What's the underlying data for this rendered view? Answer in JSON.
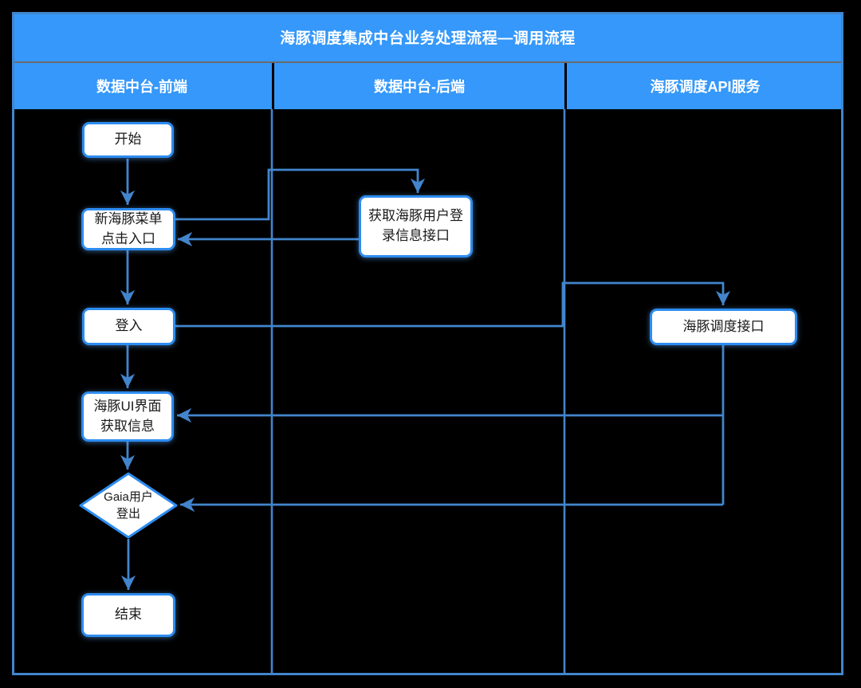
{
  "title": "海豚调度集成中台业务处理流程—调用流程",
  "lanes": [
    {
      "label": "数据中台-前端"
    },
    {
      "label": "数据中台-后端"
    },
    {
      "label": "海豚调度API服务"
    }
  ],
  "nodes": {
    "start": {
      "label": "开始"
    },
    "menu": {
      "line1": "新海豚菜单",
      "line2": "点击入口"
    },
    "backend_api": {
      "line1": "获取海豚用户登",
      "line2": "录信息接口"
    },
    "login": {
      "label": "登入"
    },
    "scheduler_api": {
      "label": "海豚调度接口"
    },
    "ui": {
      "line1": "海豚UI界面",
      "line2": "获取信息"
    },
    "logout_decision": {
      "line1": "Gaia用户",
      "line2": "登出"
    },
    "end": {
      "label": "结束"
    }
  },
  "colors": {
    "header_blue": "#3598fa",
    "wire_blue": "#4285cd",
    "node_border_blue": "#2d8cf0",
    "node_fill": "#ffffff",
    "background": "#000000",
    "text_dark": "#1a1a1a",
    "text_light": "#ffffff"
  }
}
